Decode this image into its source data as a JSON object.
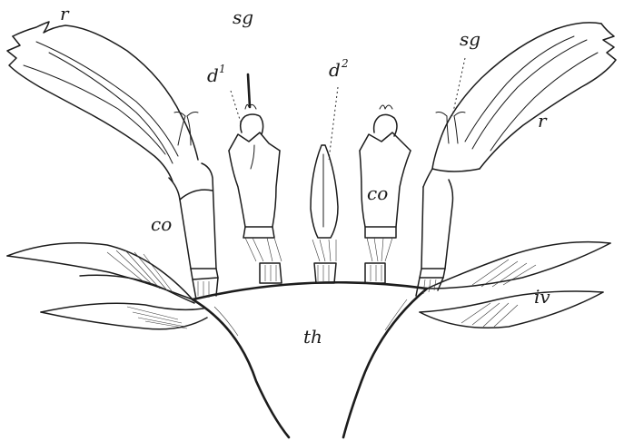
{
  "labels": {
    "r_left": "r",
    "r_right": "r",
    "sg_left": "sg",
    "sg_right": "sg",
    "d1_base": "d",
    "d1_sup": "1",
    "d2_base": "d",
    "d2_sup": "2",
    "co_left": "co",
    "co_center": "co",
    "th": "th",
    "iv": "iv"
  }
}
